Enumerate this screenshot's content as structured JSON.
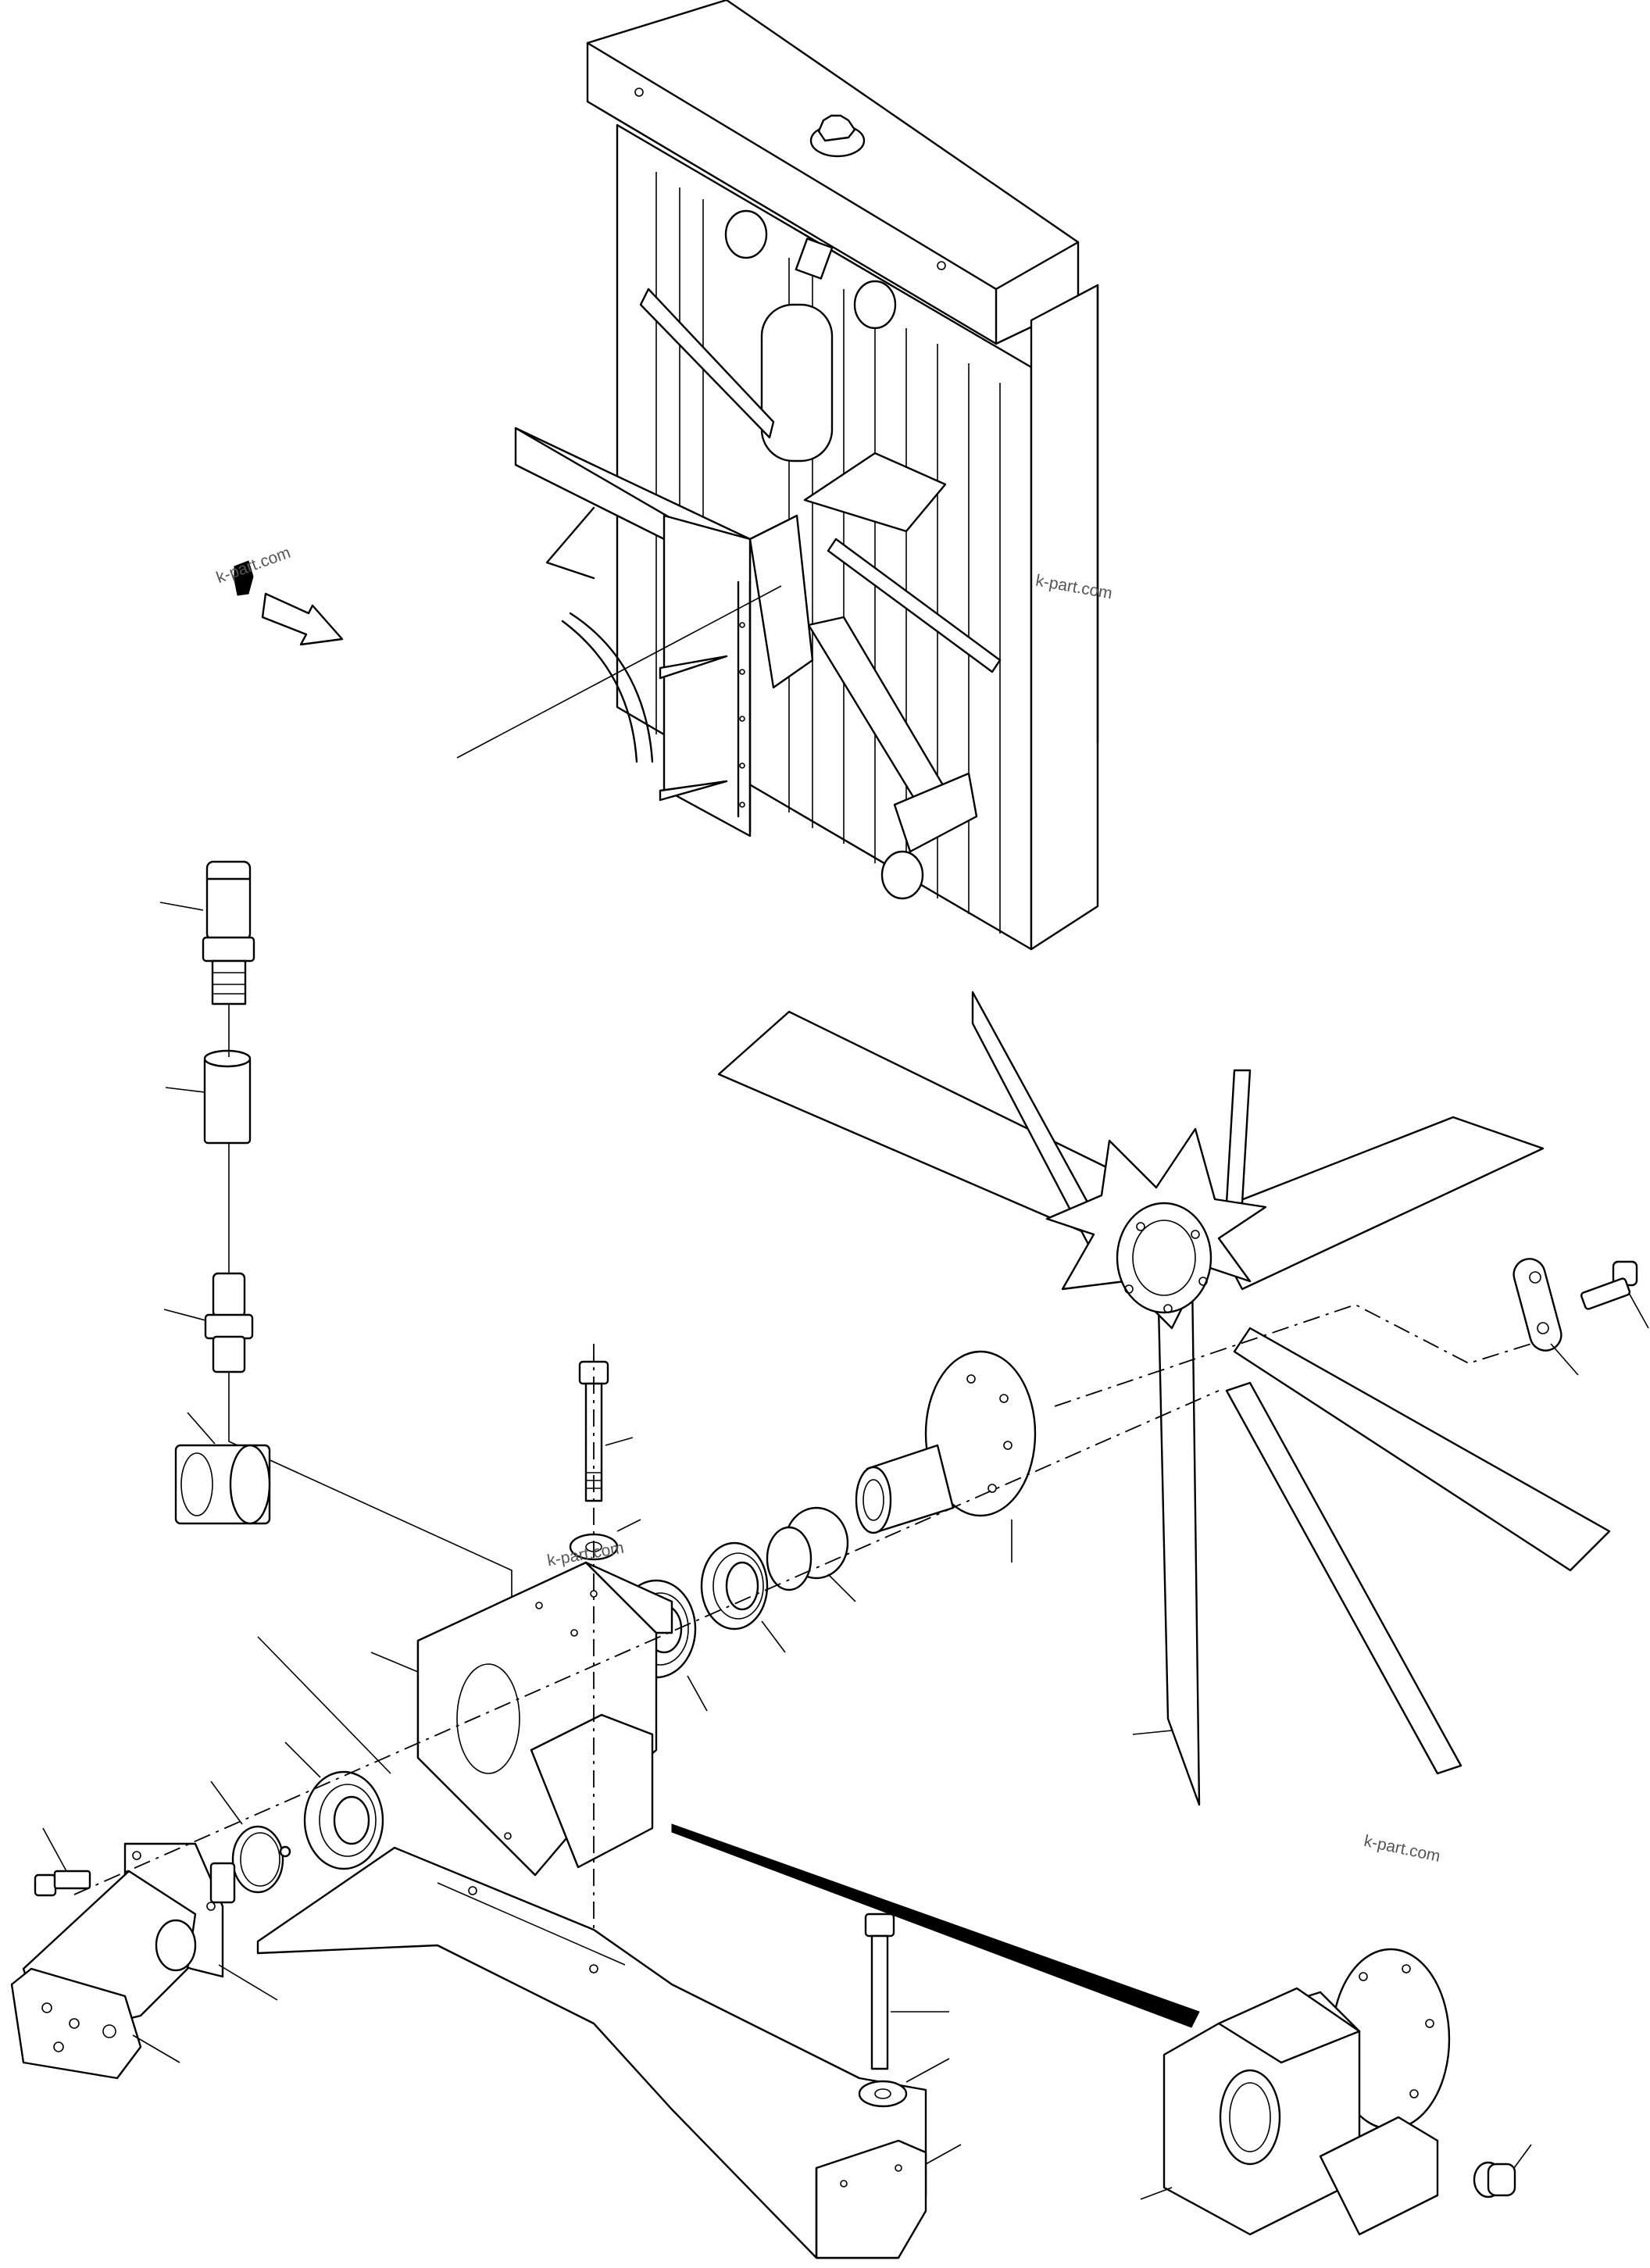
{
  "diagram": {
    "watermarks": [
      "k-part.com",
      "k-part.com",
      "k-part.com",
      "k-part.com"
    ],
    "parts": [
      "radiator-assembly",
      "fan-shroud",
      "direction-arrow",
      "check-valve",
      "sleeve",
      "hose-adapter",
      "fan-blade",
      "fan-hub",
      "spacer-bushing",
      "oil-seal",
      "bearing",
      "washer",
      "bolt",
      "retainer-plate",
      "cap-screw",
      "coupling",
      "bearing-housing",
      "snap-ring",
      "hydraulic-motor",
      "mounting-bracket",
      "assembled-housing",
      "plug"
    ]
  }
}
